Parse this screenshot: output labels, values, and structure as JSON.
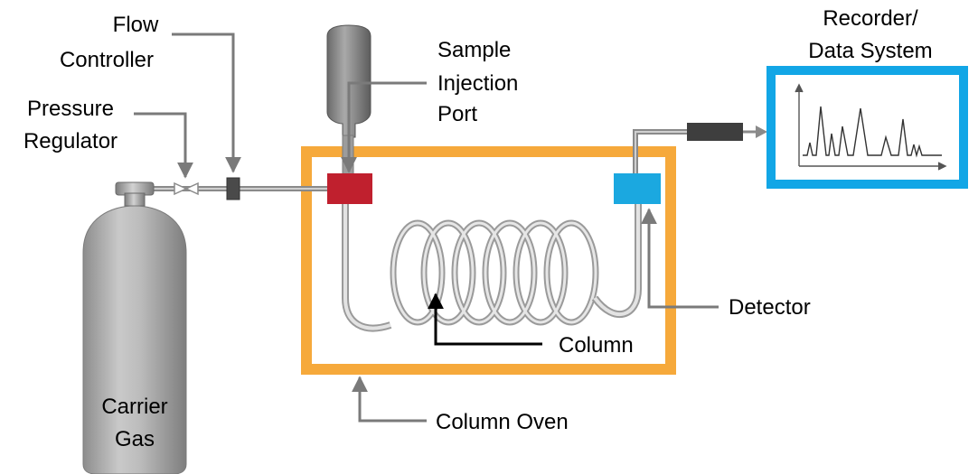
{
  "labels": {
    "flow_controller": [
      "Flow",
      "Controller"
    ],
    "pressure_regulator": [
      "Pressure",
      "Regulator"
    ],
    "sample_injection_port": [
      "Sample",
      "Injection",
      "Port"
    ],
    "recorder_data_system": [
      "Recorder/",
      "Data System"
    ],
    "detector": "Detector",
    "column": "Column",
    "column_oven": "Column Oven",
    "carrier_gas": [
      "Carrier",
      "Gas"
    ]
  },
  "colors": {
    "oven": "#F6A93B",
    "injector": "#C0202E",
    "detector": "#1BA8E0",
    "recorder_frame": "#12A6E6",
    "leader_lines": "#7A7A7A",
    "text": "#000000"
  },
  "icons": {
    "cylinder": "gas-cylinder-icon",
    "valve": "valve-icon",
    "syringe": "syringe-icon",
    "chromatogram": "chromatogram-icon"
  }
}
